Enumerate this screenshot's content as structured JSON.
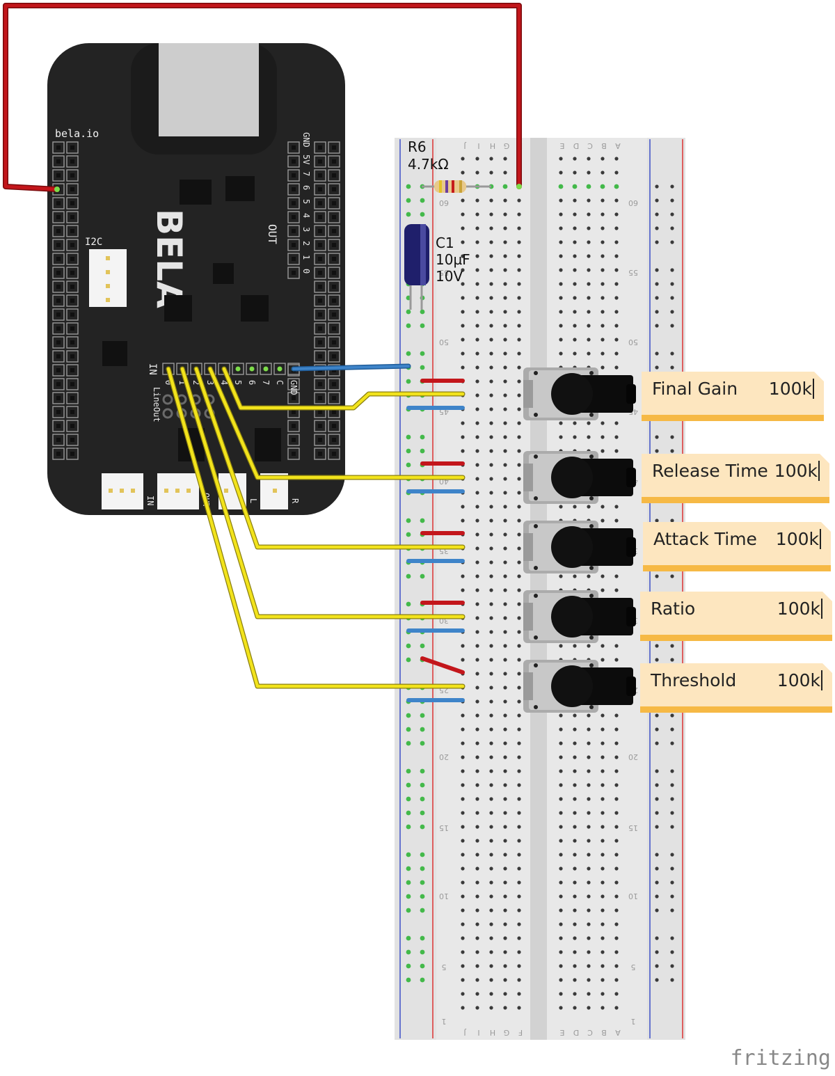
{
  "board": {
    "brand_url": "bela.io",
    "logo": "BELA",
    "i2c_label": "I2C",
    "out_label": "OUT",
    "out_pins": [
      "GND",
      "5V",
      "7",
      "6",
      "5",
      "4",
      "3",
      "2",
      "1",
      "0"
    ],
    "in_label": "IN",
    "in_pins": [
      "0",
      "1",
      "2",
      "3",
      "4",
      "5",
      "6",
      "7",
      "C",
      "GND"
    ],
    "lineout_label": "LineOut",
    "audio_labels": [
      "IN",
      "OUT",
      "L",
      "R"
    ]
  },
  "components": {
    "resistor": {
      "ref": "R6",
      "value": "4.7kΩ"
    },
    "capacitor": {
      "ref": "C1",
      "value": "10µF",
      "voltage": "10V"
    }
  },
  "breadboard": {
    "column_letters_left": [
      "J",
      "I",
      "H",
      "G",
      "F"
    ],
    "column_letters_right": [
      "E",
      "D",
      "C",
      "B",
      "A"
    ],
    "row_numbers": [
      "60",
      "55",
      "50",
      "45",
      "40",
      "35",
      "30",
      "25",
      "20",
      "15",
      "10",
      "5",
      "1"
    ]
  },
  "potentiometers": [
    {
      "name": "Final Gain",
      "value": "100k"
    },
    {
      "name": "Release Time",
      "value": "100k"
    },
    {
      "name": "Attack Time",
      "value": "100k"
    },
    {
      "name": "Ratio",
      "value": "100k"
    },
    {
      "name": "Threshold",
      "value": "100k"
    }
  ],
  "watermark": "fritzing",
  "colors": {
    "board": "#232323",
    "wire_red": "#c3161b",
    "wire_yellow": "#f2e31c",
    "wire_blue": "#3e84c9",
    "note_bg": "#fde6bf",
    "note_shadow": "#f6b945",
    "breadboard": "#e6e6e6"
  }
}
